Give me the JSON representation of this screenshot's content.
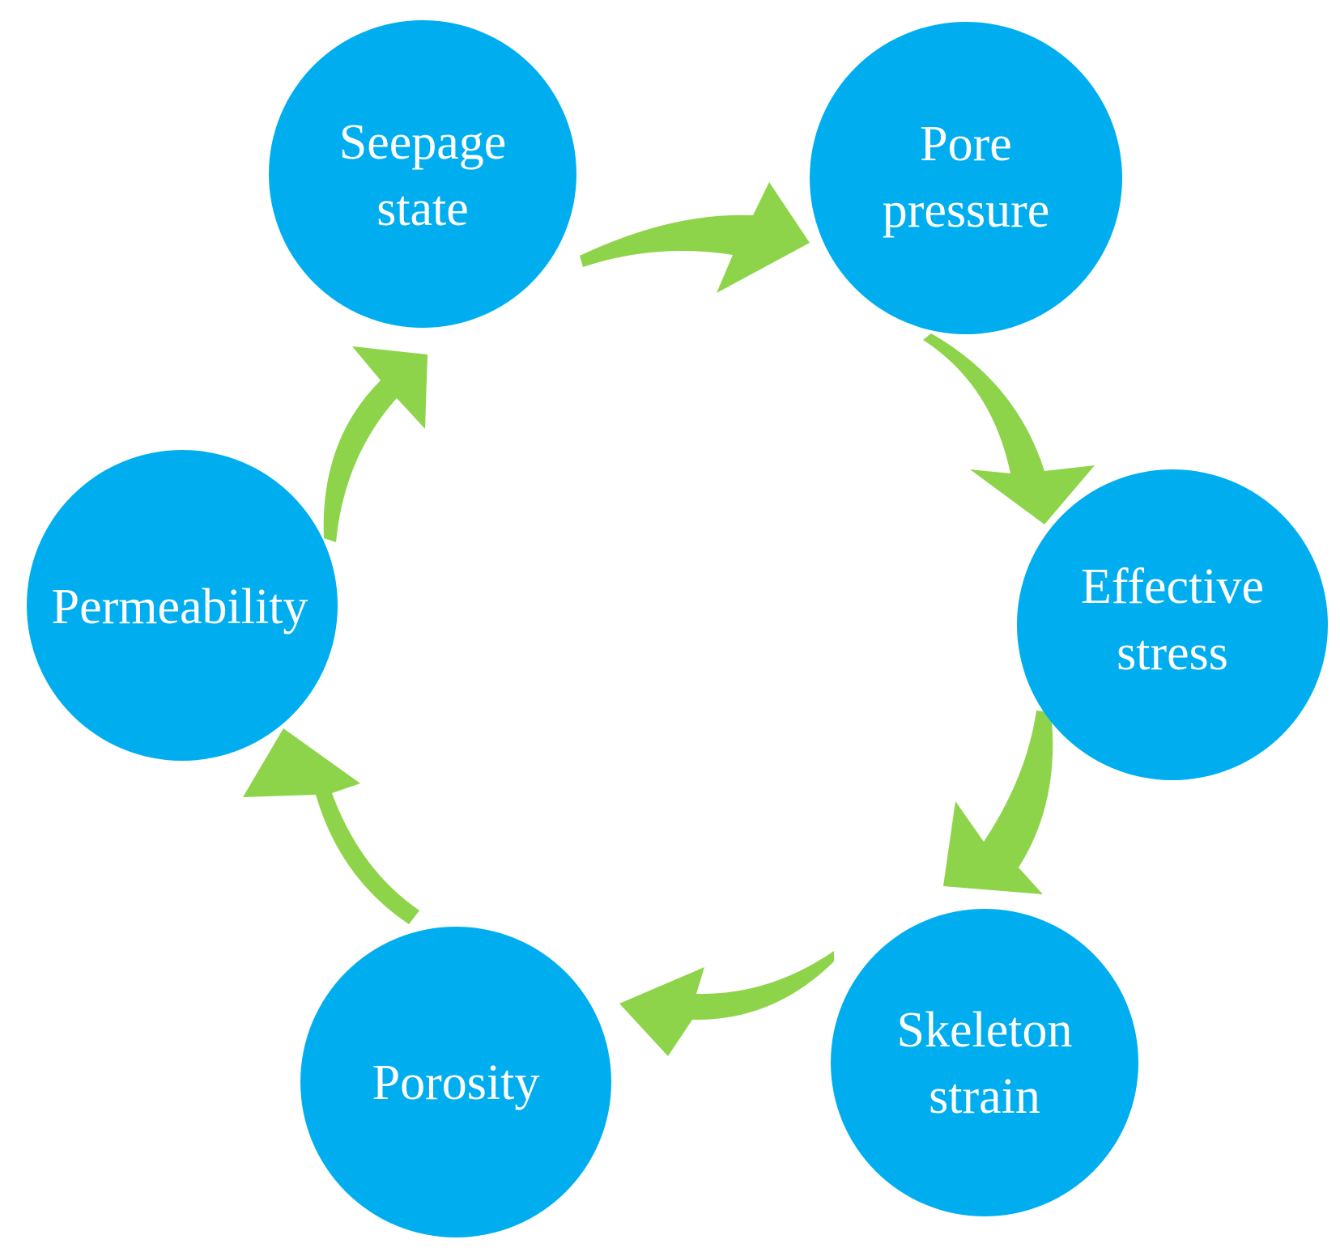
{
  "colors": {
    "node_fill": "#00aeef",
    "node_text": "#ffffff",
    "arrow_fill": "#8ed44a",
    "background": "#ffffff"
  },
  "nodes": [
    {
      "id": "seepage-state",
      "lines": [
        "Seepage",
        "state"
      ]
    },
    {
      "id": "pore-pressure",
      "lines": [
        "Pore",
        "pressure"
      ]
    },
    {
      "id": "effective-stress",
      "lines": [
        "Effective",
        "stress"
      ]
    },
    {
      "id": "skeleton-strain",
      "lines": [
        "Skeleton",
        "strain"
      ]
    },
    {
      "id": "porosity",
      "lines": [
        "Porosity"
      ]
    },
    {
      "id": "permeability",
      "lines": [
        "Permeability"
      ]
    }
  ],
  "arrows": [
    {
      "from": "seepage-state",
      "to": "pore-pressure",
      "icon": "curved-arrow-icon"
    },
    {
      "from": "pore-pressure",
      "to": "effective-stress",
      "icon": "curved-arrow-icon"
    },
    {
      "from": "effective-stress",
      "to": "skeleton-strain",
      "icon": "curved-arrow-icon"
    },
    {
      "from": "skeleton-strain",
      "to": "porosity",
      "icon": "curved-arrow-icon"
    },
    {
      "from": "porosity",
      "to": "permeability",
      "icon": "curved-arrow-icon"
    },
    {
      "from": "permeability",
      "to": "seepage-state",
      "icon": "curved-arrow-icon"
    }
  ]
}
